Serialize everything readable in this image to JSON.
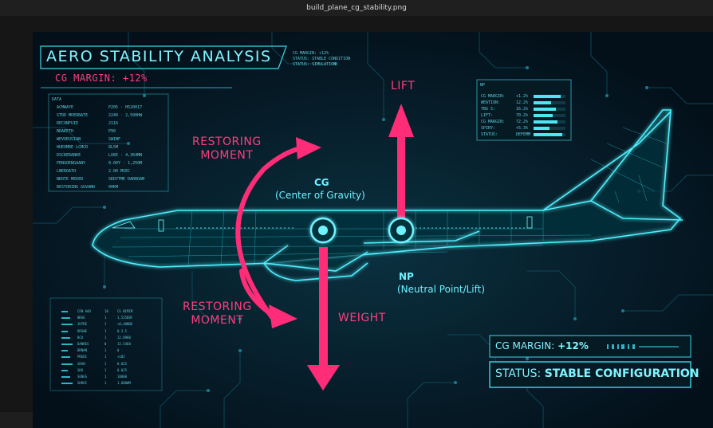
{
  "window": {
    "title": "build_plane_cg_stability.png"
  },
  "hud": {
    "title": "AERO STABILITY ANALYSIS",
    "cg_margin_header": "CG MARGIN: +12%",
    "header_notes": [
      "CG MARGIN: +12%",
      "STATUS: STABLE CONDITION",
      "STATUS: SIMULATION"
    ]
  },
  "data_table": {
    "heading": "DATA",
    "rows": [
      {
        "label": "ACMWAYE",
        "value": "P205 · H520017"
      },
      {
        "label": "STRD MOERBATE",
        "value": "2240 · 2,500HW"
      },
      {
        "label": "RECONFUIE",
        "value": "2116"
      },
      {
        "label": "BRAKETH",
        "value": "P90"
      },
      {
        "label": "WEVOEUSIAN",
        "value": "SWINF"
      },
      {
        "label": "HUEOMRE LCMCR",
        "value": "8L5M"
      },
      {
        "label": "DSCKERANKE",
        "value": "LU6E · 4,364MN"
      },
      {
        "label": "PENSOENGAANY",
        "value": "0.00Y · 1,250M"
      },
      {
        "label": "LNEROATH",
        "value": "2.00 MSEC"
      },
      {
        "label": "NROTE MEKER",
        "value": "SKDYTME DARRDAM"
      },
      {
        "label": "RESTORING GUVAND",
        "value": "00KM"
      }
    ]
  },
  "stats_panel": {
    "heading": "NP",
    "rows": [
      {
        "label": "CG MARGIN:",
        "value": "+1.2%",
        "level": 0.85
      },
      {
        "label": "WEATION:",
        "value": "12.2%",
        "level": 0.55
      },
      {
        "label": "TBG S:",
        "value": "16.2%",
        "level": 0.7
      },
      {
        "label": "LIFT:",
        "value": "70.2%",
        "level": 0.6
      },
      {
        "label": "CG MARGIN:",
        "value": "72.2%",
        "level": 0.75
      },
      {
        "label": "SPIRY:",
        "value": "+5.3%",
        "level": 0.5
      },
      {
        "label": "STATUS:",
        "value": "DEFEMM",
        "level": 0.9
      }
    ]
  },
  "diagram": {
    "lift_label": "LIFT",
    "weight_label": "WEIGHT",
    "restoring_top": [
      "RESTORING",
      "MOMENT"
    ],
    "restoring_bottom": [
      "RESTORING",
      "MOMENT"
    ],
    "cg_label": "CG",
    "cg_sub": "(Center of Gravity)",
    "np_label": "NP",
    "np_sub": "(Neutral Point/Lift)"
  },
  "bottom_left_table": {
    "rows": [
      {
        "a": "CEN AAD",
        "b": "18",
        "c": "CG NIMIM"
      },
      {
        "a": "NRXE",
        "b": "1",
        "c": "1,525DDF"
      },
      {
        "a": "JHTRE",
        "b": "1",
        "c": "+0,40NDE"
      },
      {
        "a": "DRSWE",
        "b": "1",
        "c": "0.3.5"
      },
      {
        "a": "BCU",
        "b": "1",
        "c": "12.0980"
      },
      {
        "a": "DANRES",
        "b": "0",
        "c": "12.5460"
      },
      {
        "a": "BRNAN",
        "b": "1",
        "c": "0"
      },
      {
        "a": "PREDI",
        "b": "1",
        "c": "+105"
      },
      {
        "a": "SRAN",
        "b": "1",
        "c": "0.025"
      },
      {
        "a": "SKU",
        "b": "1",
        "c": "0.025"
      },
      {
        "a": "SENGS",
        "b": "1",
        "c": "10000"
      },
      {
        "a": "SHROI",
        "b": "1",
        "c": "1.008WM"
      }
    ]
  },
  "status_panel": {
    "cg_label": "CG MARGIN:",
    "cg_value": "+12%",
    "status_label": "STATUS:",
    "status_value": "STABLE CONFIGURATION"
  },
  "colors": {
    "accent_cyan": "#6ff2ff",
    "accent_pink": "#ff2d78",
    "background": "#04121c"
  }
}
